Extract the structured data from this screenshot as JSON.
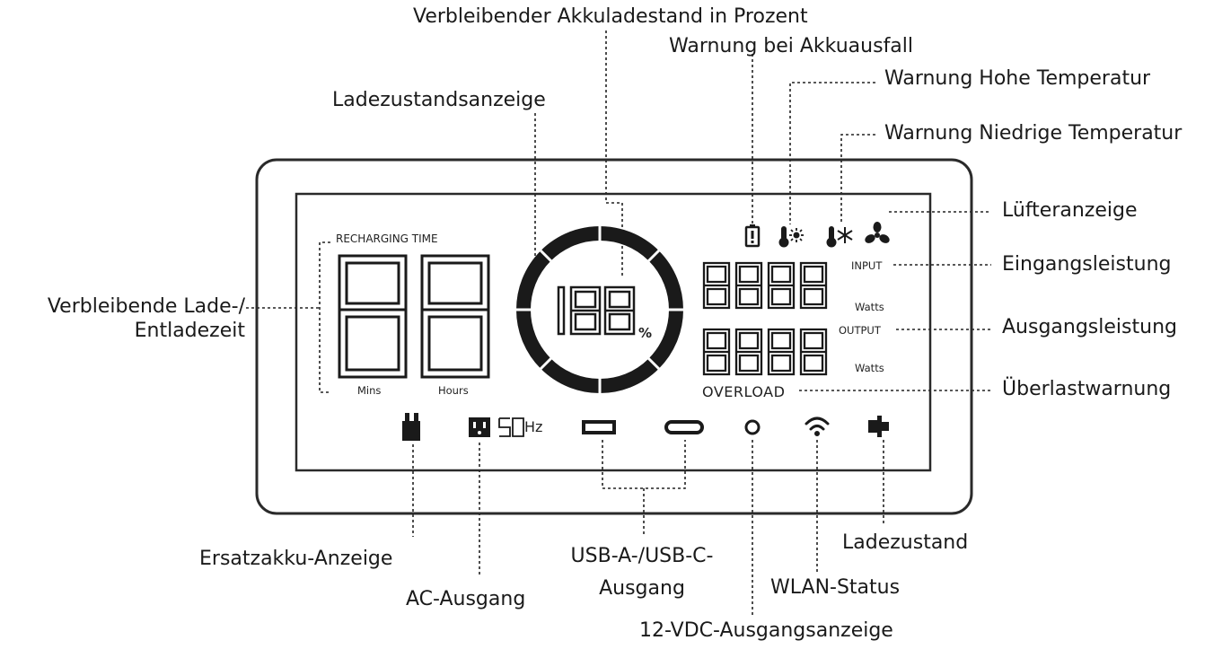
{
  "labels": {
    "battery_percent": "Verbleibender Akkuladestand in Prozent",
    "battery_failure_warning": "Warnung bei Akkuausfall",
    "high_temp_warning": "Warnung Hohe Temperatur",
    "low_temp_warning": "Warnung Niedrige Temperatur",
    "charge_level_display": "Ladezustandsanzeige",
    "fan_indicator": "Lüfteranzeige",
    "input_power": "Eingangsleistung",
    "remaining_time_line1": "Verbleibende Lade-/",
    "remaining_time_line2": "Entladezeit",
    "output_power": "Ausgangsleistung",
    "overload_warning": "Überlastwarnung",
    "spare_battery": "Ersatzakku-Anzeige",
    "ac_output": "AC-Ausgang",
    "usb_output_line1": "USB-A-/USB-C-",
    "usb_output_line2": "Ausgang",
    "dc_output": "12-VDC-Ausgangsanzeige",
    "wifi_status": "WLAN-Status",
    "charge_state": "Ladezustand"
  },
  "display": {
    "recharging_time": "RECHARGING TIME",
    "mins": "Mins",
    "hours": "Hours",
    "percent_sign": "%",
    "input": "INPUT",
    "output": "OUTPUT",
    "watts_input": "Watts",
    "watts_output": "Watts",
    "overload": "OVERLOAD",
    "frequency": "50",
    "hz": "Hz"
  },
  "colors": {
    "ink": "#1a1a1a",
    "frame": "#2a2a2a"
  },
  "icons": [
    "battery-alert-icon",
    "thermometer-sun-icon",
    "thermometer-snow-icon",
    "fan-icon",
    "spare-battery-icon",
    "ac-outlet-icon",
    "usb-a-icon",
    "usb-c-icon",
    "dc-port-icon",
    "wifi-icon",
    "charging-plug-icon"
  ]
}
